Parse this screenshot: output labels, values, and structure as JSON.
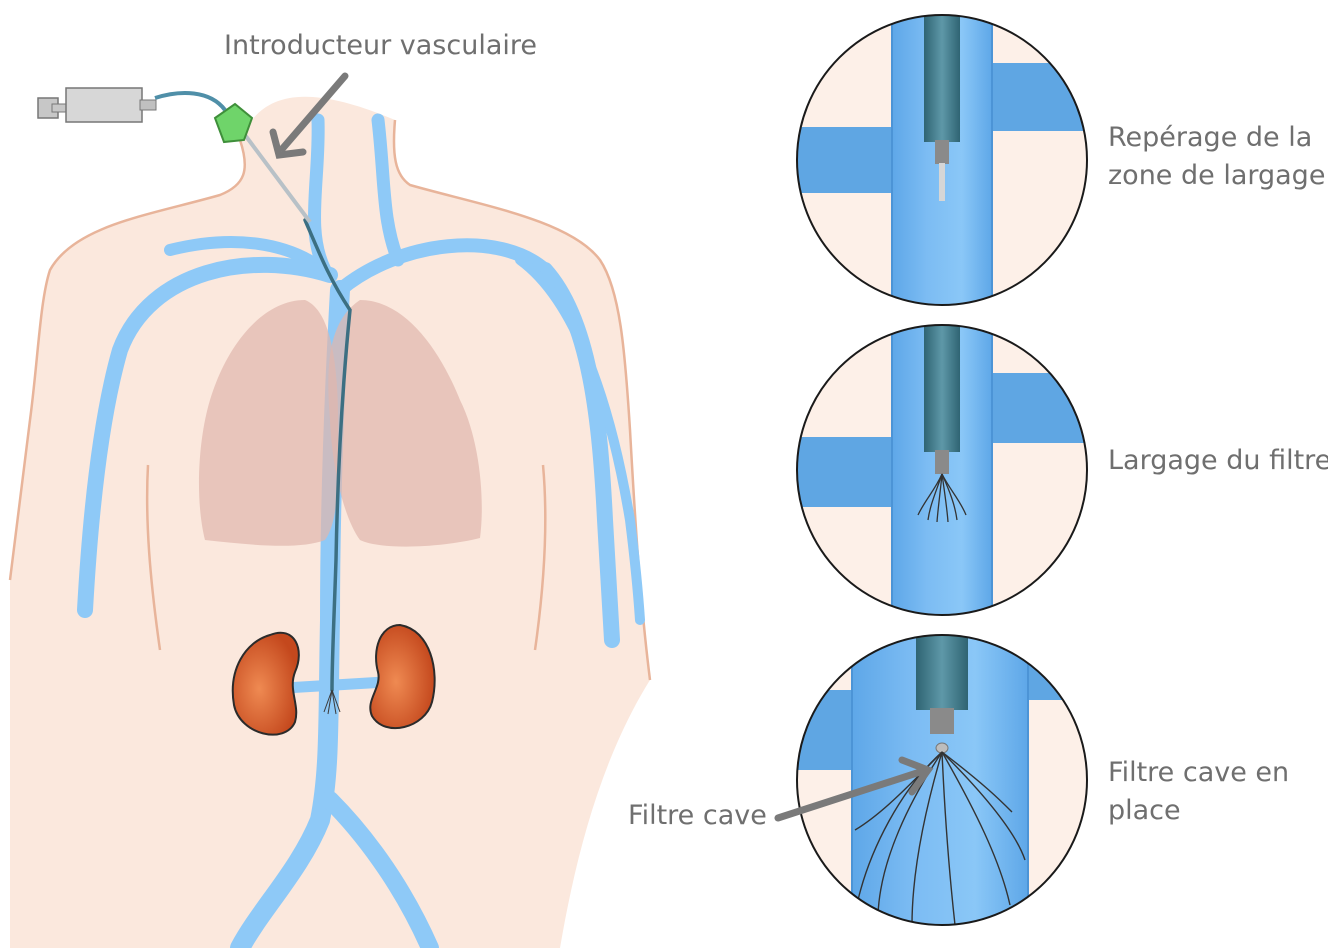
{
  "labels": {
    "introducer": "Introducteur vasculaire",
    "filter_label": "Filtre cave"
  },
  "steps": [
    {
      "line1": "Repérage de la",
      "line2": "zone de largage"
    },
    {
      "line1": "Largage du filtre",
      "line2": ""
    },
    {
      "line1": "Filtre cave en",
      "line2": "place"
    }
  ],
  "colors": {
    "skin": "#fbe8dd",
    "skin_outline": "#e8b49a",
    "vein": "#8ec9f7",
    "lung": "#e1b7ad",
    "kidney": "#d25a26",
    "connector": "#6fd46a",
    "catheter": "#3c6f82",
    "arrow": "#7a7a7a"
  }
}
